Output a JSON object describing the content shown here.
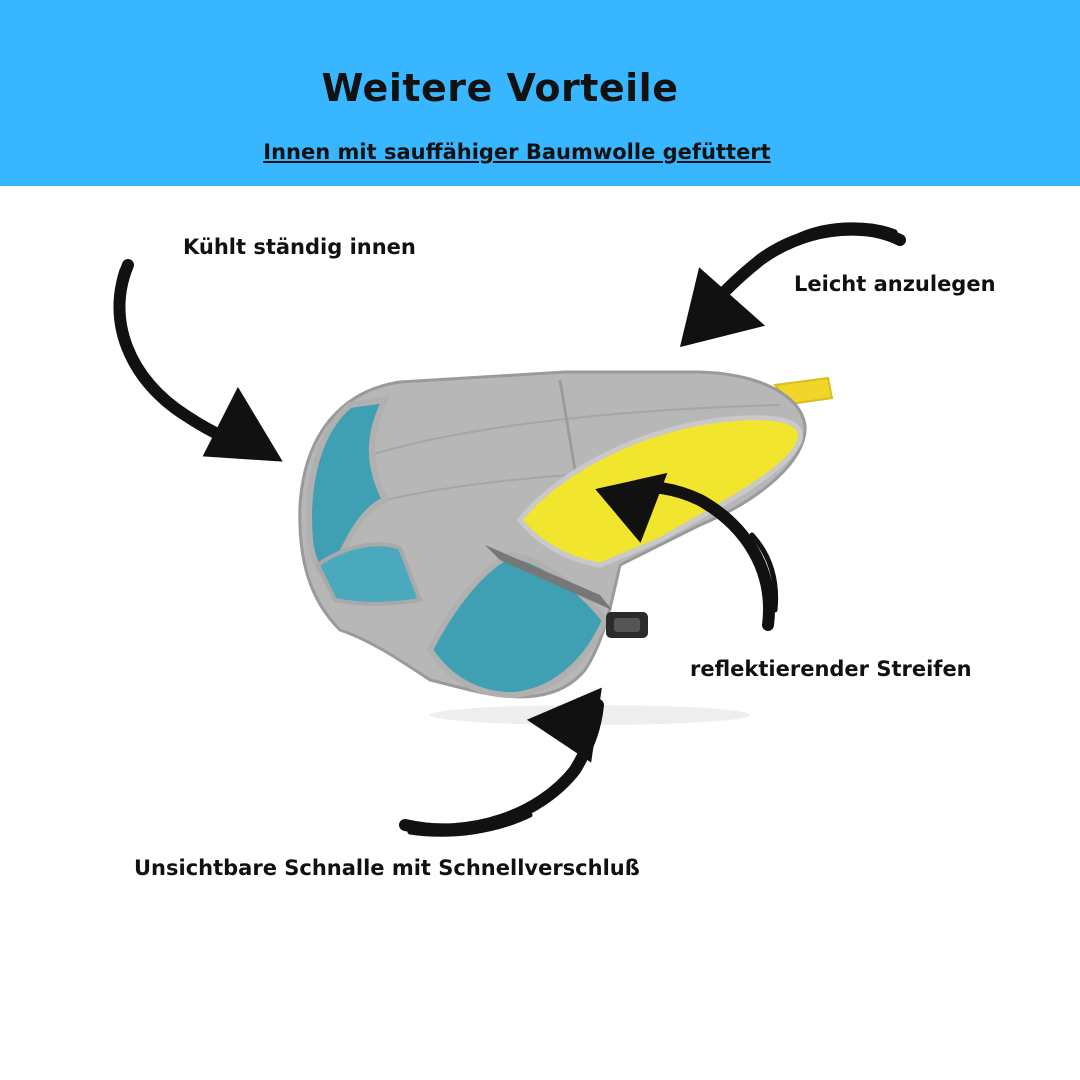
{
  "header": {
    "title": "Weitere Vorteile",
    "subtitle": "Innen mit sauffähiger Baumwolle gefüttert",
    "background_color": "#38b6ff"
  },
  "annotations": [
    {
      "id": "cool",
      "label": "Kühlt ständig innen"
    },
    {
      "id": "easy",
      "label": "Leicht anzulegen"
    },
    {
      "id": "reflective",
      "label": "reflektierender Streifen"
    },
    {
      "id": "buckle",
      "label": "Unsichtbare Schnalle mit Schnellverschluß"
    }
  ],
  "product": {
    "colors": {
      "shell": "#b4b4b4",
      "lining": "#3f9fb3",
      "stripe": "#f0e030",
      "buckle": "#2b2b2b"
    }
  }
}
